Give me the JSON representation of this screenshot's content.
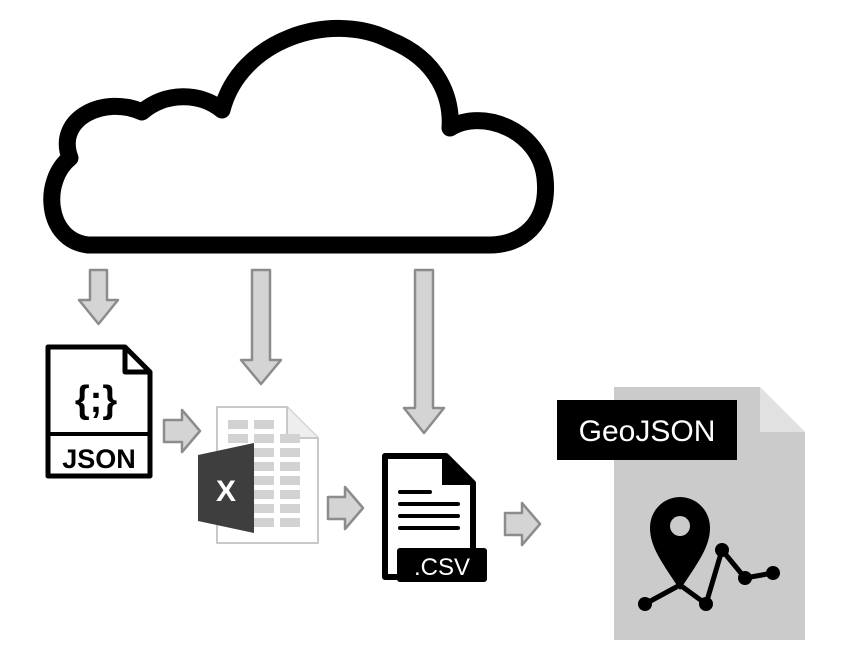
{
  "diagram": {
    "json_file": {
      "braces": "{;}",
      "label": "JSON"
    },
    "excel_file": {
      "letter": "X"
    },
    "csv_file": {
      "label": ".CSV"
    },
    "geojson_file": {
      "label": "GeoJSON"
    }
  },
  "colors": {
    "outline": "#000000",
    "arrow_fill": "#d4d4d4",
    "arrow_stroke": "#8c8c8c",
    "geojson_page": "#cbcbcb",
    "geojson_fold": "#e1e1e1",
    "excel_badge": "#3e3e3e",
    "excel_cells": "#d2d2d2"
  }
}
